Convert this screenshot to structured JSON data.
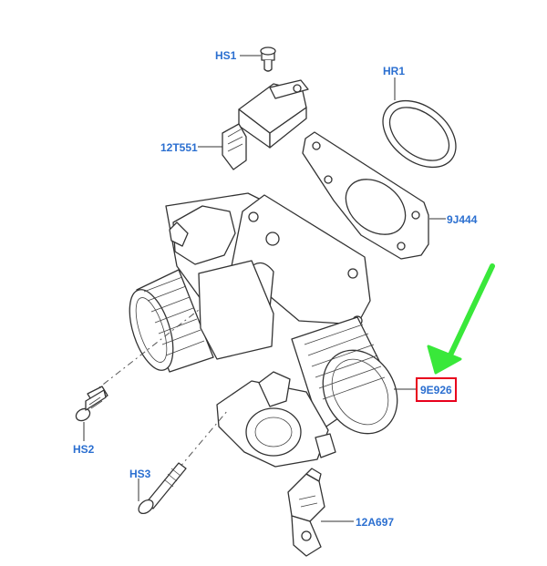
{
  "labels": {
    "hs1": "HS1",
    "hr1": "HR1",
    "sensor": "12T551",
    "gasket": "9J444",
    "throttle_body": "9E926",
    "hs2": "HS2",
    "hs3": "HS3",
    "connector": "12A697"
  },
  "highlight": {
    "target": "9E926",
    "box_color": "#e8001c",
    "arrow_color": "#39e83a"
  },
  "colors": {
    "label": "#2b6fd0",
    "line": "#333333"
  }
}
